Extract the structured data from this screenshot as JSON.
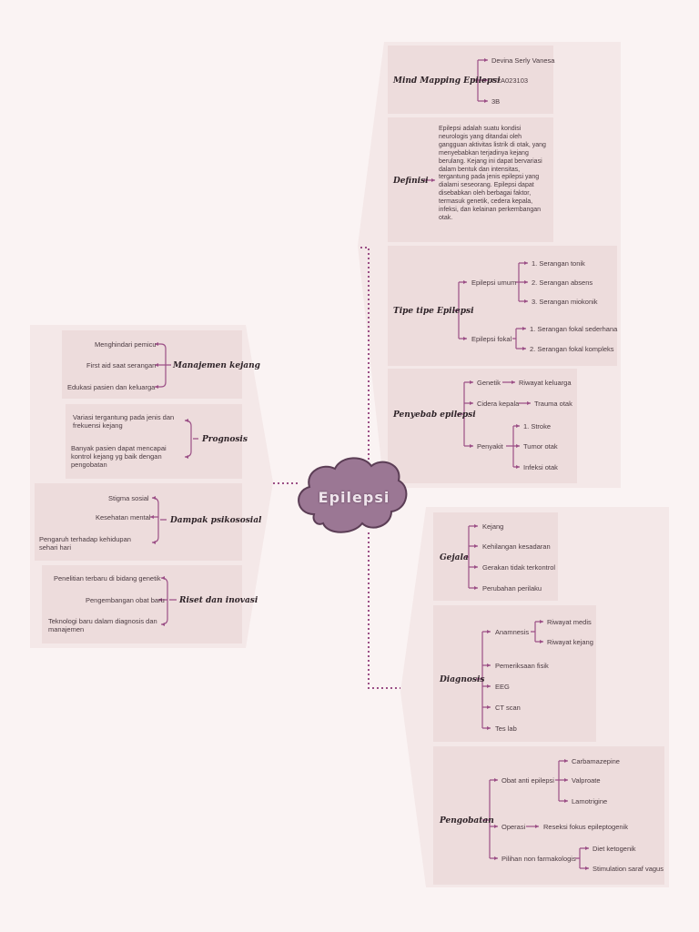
{
  "center": {
    "title": "Epilepsi"
  },
  "mind_mapping": {
    "title": "Mind Mapping Epilepsi",
    "items": [
      "Devina Serly Vanesa",
      "G2A023103",
      "3B"
    ]
  },
  "definisi": {
    "title": "Definisi",
    "text": "Epilepsi adalah suatu kondisi neurologis yang ditandai oleh gangguan aktivitas listrik di otak, yang menyebabkan terjadinya kejang berulang. Kejang ini dapat bervariasi dalam bentuk dan intensitas, tergantung pada jenis epilepsi yang dialami seseorang. Epilepsi dapat disebabkan oleh berbagai faktor, termasuk genetik, cedera kepala, infeksi, dan kelainan perkembangan otak."
  },
  "tipe": {
    "title": "Tipe tipe Epilepsi",
    "umum": {
      "label": "Epilepsi umum",
      "items": [
        "1. Serangan tonik",
        "2. Serangan absens",
        "3. Serangan miokonik"
      ]
    },
    "fokal": {
      "label": "Epilepsi fokal",
      "items": [
        "1. Serangan fokal sederhana",
        "2. Serangan fokal kompleks"
      ]
    }
  },
  "penyebab": {
    "title": "Penyebab epilepsi",
    "genetik": "Genetik",
    "genetik_detail": "Riwayat keluarga",
    "cidera": "Cidera kepala",
    "cidera_detail": "Trauma otak",
    "penyakit": "Penyakit",
    "penyakit_items": [
      "1. Stroke",
      "Tumor otak",
      "Infeksi otak"
    ]
  },
  "gejala": {
    "title": "Gejala",
    "items": [
      "Kejang",
      "Kehilangan kesadaran",
      "Gerakan tidak terkontrol",
      "Perubahan perilaku"
    ]
  },
  "diagnosis": {
    "title": "Diagnosis",
    "anamnesis": "Anamnesis",
    "anamnesis_items": [
      "Riwayat medis",
      "Riwayat kejang"
    ],
    "items": [
      "Pemeriksaan fisik",
      "EEG",
      "CT scan",
      "Tes lab"
    ]
  },
  "pengobatan": {
    "title": "Pengobatan",
    "obat": "Obat anti epilepsi",
    "obat_items": [
      "Carbamazepine",
      "Valproate",
      "Lamotrigine"
    ],
    "operasi": "Operasi",
    "operasi_detail": "Reseksi fokus epileptogenik",
    "non": "Pilihan non farmakologis",
    "non_items": [
      "Diet ketogenik",
      "Stimulation saraf vagus"
    ]
  },
  "manajemen": {
    "title": "Manajemen kejang",
    "items": [
      "Menghindari pemicu",
      "First aid saat serangan",
      "Edukasi pasien dan keluarga"
    ]
  },
  "prognosis": {
    "title": "Prognosis",
    "items": [
      "Variasi tergantung pada jenis dan frekuensi kejang",
      "Banyak pasien dapat mencapai kontrol  kejang yg baik dengan pengobatan"
    ]
  },
  "dampak": {
    "title": "Dampak psikososial",
    "items": [
      "Stigma sosial",
      "Kesehatan mental",
      "Pengaruh terhadap kehidupan sehari hari"
    ]
  },
  "riset": {
    "title": "Riset dan inovasi",
    "items": [
      "Penelitian terbaru di bidang genetik",
      "Pengembangan obat baru",
      "Teknologi baru dalam diagnosis  dan manajemen"
    ]
  }
}
